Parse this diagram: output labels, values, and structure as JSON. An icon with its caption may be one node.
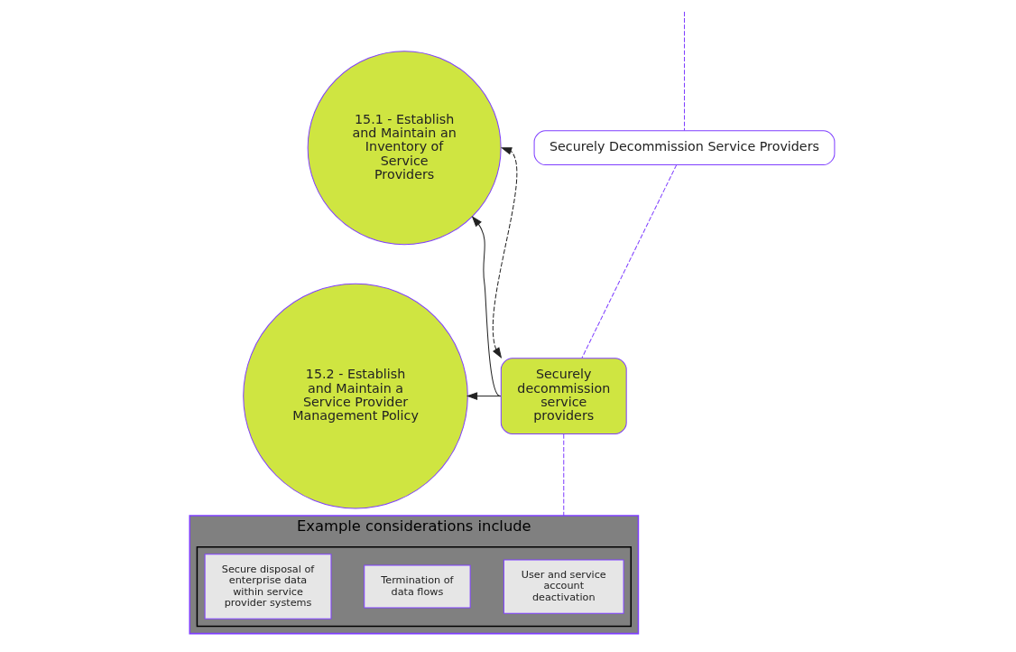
{
  "diagram": {
    "nodes": [
      {
        "text": [
          "Securely Decommission Service Providers"
        ]
      },
      {
        "text": [
          "15.1 - Establish and Maintain an Inventory of Service Providers"
        ]
      },
      {
        "text": [
          "15.2 - Establish and Maintain a Service Provider Management Policy"
        ]
      },
      {
        "text": [
          "Securely decommission service providers"
        ]
      },
      {
        "text": [
          "Example considerations include"
        ]
      },
      {
        "text": [],
        "shape": "box",
        "in": 4
      },
      {
        "text": [
          "User and service account deactivation"
        ],
        "in": 5
      },
      {
        "text": [
          "Termination of data flows"
        ],
        "in": 5
      },
      {
        "text": [
          "Secure disposal of enterprise data within service provider systems"
        ],
        "in": 5
      }
    ],
    "edges": [
      {
        "from": null,
        "to": 0,
        "arrow": "none",
        "style": "dashed",
        "color": "#7f3fff"
      },
      {
        "from": 0,
        "to": 3,
        "arrow": "none",
        "style": "dashed",
        "color": "#7f3fff"
      },
      {
        "from": 3,
        "to": 1,
        "arrow": "both",
        "style": "dashed",
        "color": "#222222"
      },
      {
        "from": 3,
        "to": 1,
        "arrow": "to",
        "color": "#222222"
      },
      {
        "from": 3,
        "to": 2,
        "arrow": "to",
        "color": "#222222"
      },
      {
        "from": 3,
        "to": 4,
        "arrow": "none",
        "style": "dashed",
        "color": "#7f3fff"
      }
    ]
  }
}
